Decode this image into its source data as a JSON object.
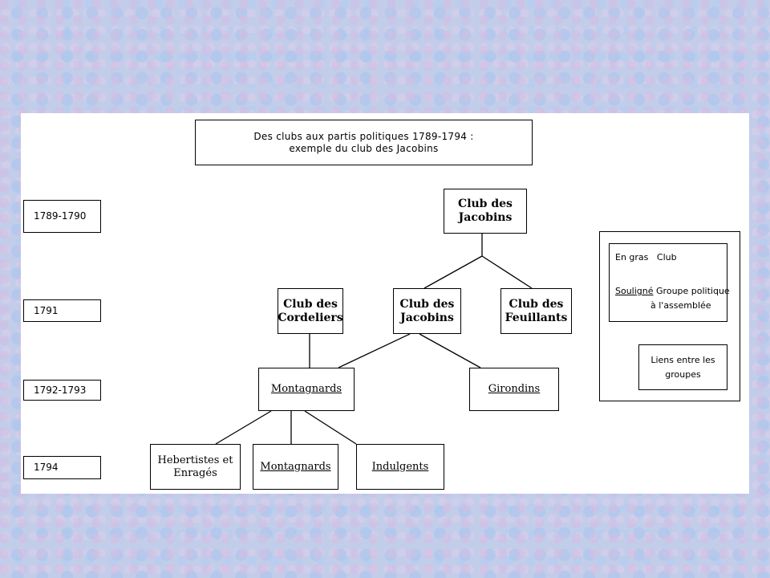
{
  "title": {
    "line1": "Des clubs aux partis politiques 1789-1794 :",
    "line2": "exemple du club des Jacobins"
  },
  "years": [
    "1789-1790",
    "1791",
    "1792-1793",
    "1794"
  ],
  "clubs": {
    "jacobins_top": "Club des\nJacobins",
    "cordeliers": "Club des\nCordeliers",
    "jacobins_mid": "Club des\nJacobins",
    "feuillants": "Club des\nFeuillants"
  },
  "groups": {
    "montagnards_1792": "Montagnards",
    "girondins": "Girondins",
    "hebertistes": "Hebertistes et\nEnragés",
    "montagnards_1794": "Montagnards",
    "indulgents": "Indulgents"
  },
  "legend": {
    "bold_marker": "En gras",
    "bold_meaning": "Club",
    "underline_marker": "Souligné",
    "underline_meaning_1": "Groupe politique",
    "underline_meaning_2": "à l'assemblée",
    "links_text": "Liens entre les\ngroupes"
  }
}
